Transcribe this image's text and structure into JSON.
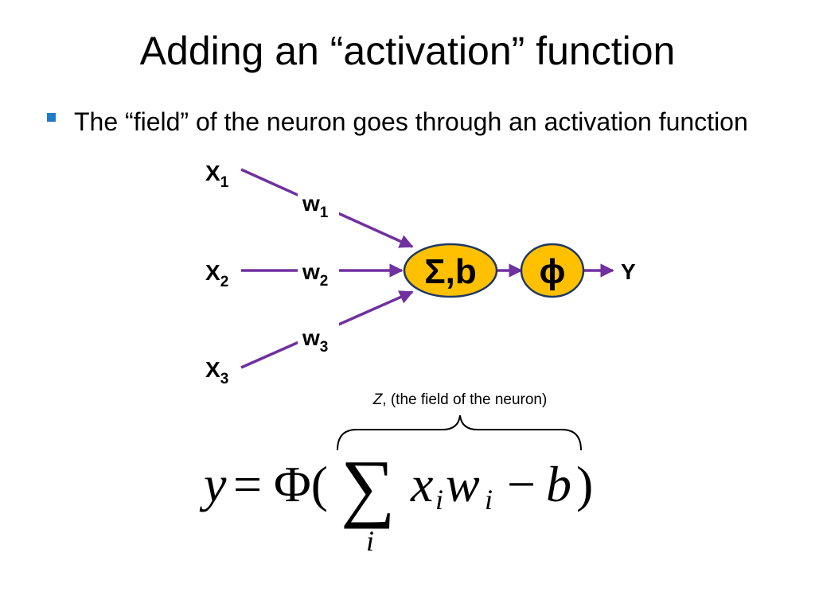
{
  "slide": {
    "title": "Adding an “activation” function",
    "bullet": "The “field” of the neuron goes through an activation function"
  },
  "diagram": {
    "inputs": [
      {
        "base": "X",
        "sub": "1"
      },
      {
        "base": "X",
        "sub": "2"
      },
      {
        "base": "X",
        "sub": "3"
      }
    ],
    "weights": [
      {
        "base": "w",
        "sub": "1"
      },
      {
        "base": "w",
        "sub": "2"
      },
      {
        "base": "w",
        "sub": "3"
      }
    ],
    "sum_node": "Σ,b",
    "activation_node": "ϕ",
    "output": "Y",
    "colors": {
      "arrow": "#7030A0",
      "node_fill": "#FFC000",
      "node_stroke": "#1F3864",
      "bullet": "#1F7BC8"
    }
  },
  "equation": {
    "brace_label_z": "Z",
    "brace_label_rest": ", (the field of the neuron)",
    "y": "y",
    "equals": "=",
    "phi": "Φ(",
    "sum": "∑",
    "index": "i",
    "x": "x",
    "w": "w",
    "minus": "−",
    "b": "b",
    "close": ")"
  }
}
